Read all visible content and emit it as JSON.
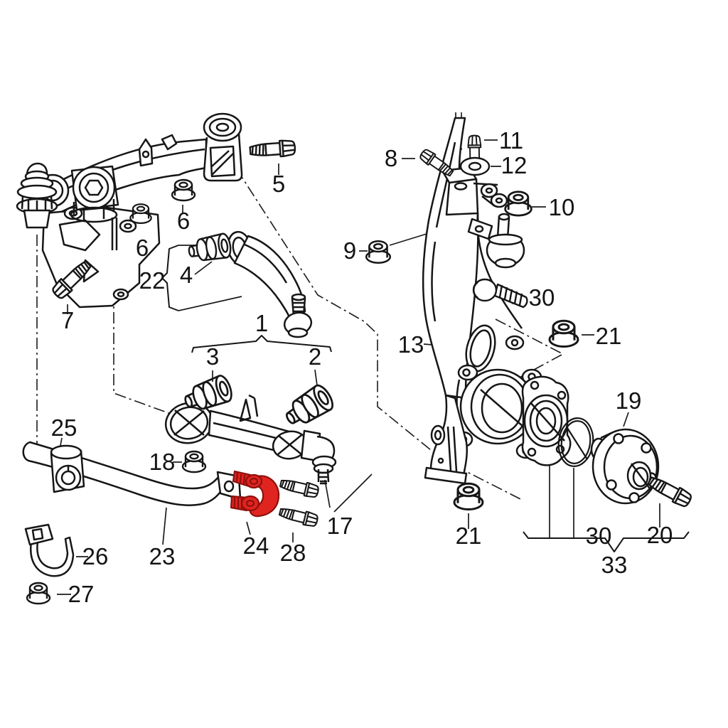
{
  "diagram": {
    "kind": "exploded-parts-diagram",
    "highlighted_part_label": "24",
    "colors": {
      "line": "#161616",
      "highlight_fill": "#e02420",
      "highlight_stroke": "#8e100d",
      "background": "#ffffff"
    },
    "callouts": [
      {
        "label": "5"
      },
      {
        "label": "6"
      },
      {
        "label": "6"
      },
      {
        "label": "7"
      },
      {
        "label": "22"
      },
      {
        "label": "4"
      },
      {
        "label": "1"
      },
      {
        "label": "3"
      },
      {
        "label": "2"
      },
      {
        "label": "18"
      },
      {
        "label": "25"
      },
      {
        "label": "26"
      },
      {
        "label": "23"
      },
      {
        "label": "27"
      },
      {
        "label": "24"
      },
      {
        "label": "28"
      },
      {
        "label": "17"
      },
      {
        "label": "8"
      },
      {
        "label": "11"
      },
      {
        "label": "12"
      },
      {
        "label": "10"
      },
      {
        "label": "9"
      },
      {
        "label": "13"
      },
      {
        "label": "30"
      },
      {
        "label": "21"
      },
      {
        "label": "19"
      },
      {
        "label": "21"
      },
      {
        "label": "30"
      },
      {
        "label": "20"
      },
      {
        "label": "33"
      }
    ]
  }
}
